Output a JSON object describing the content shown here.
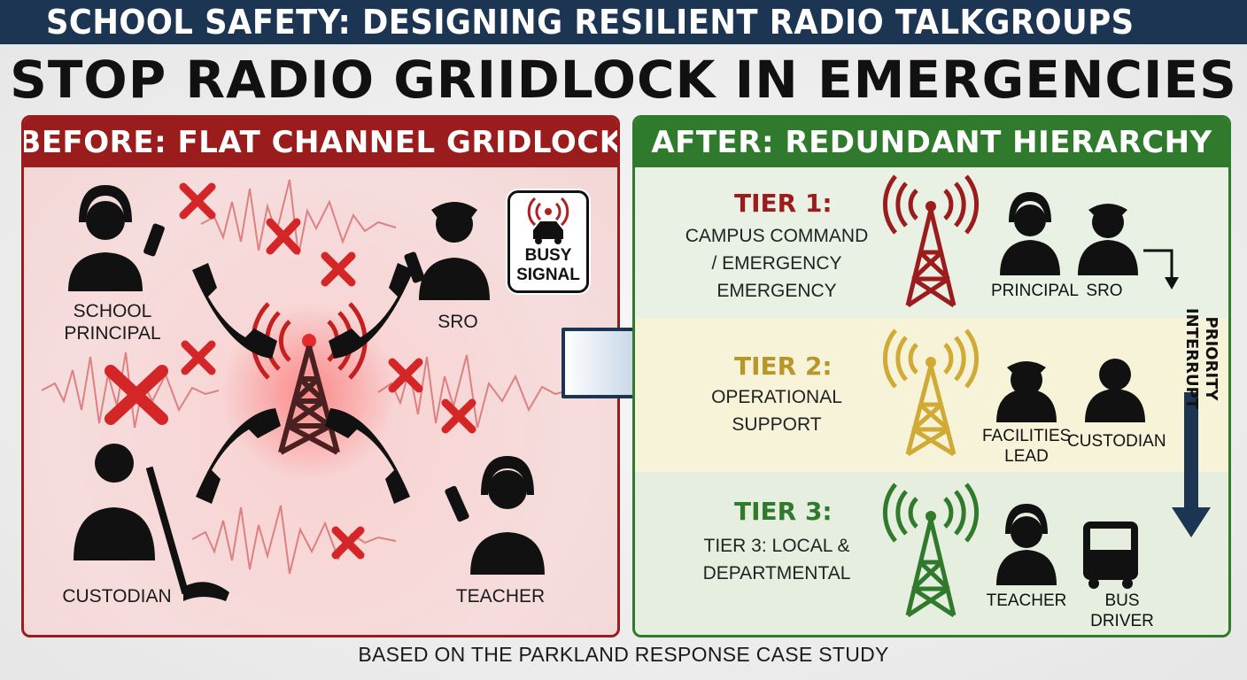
{
  "banner": {
    "title": "SCHOOL SAFETY: DESIGNING RESILIENT RADIO TALKGROUPS"
  },
  "headline": "STOP RADIO GRIIDLOCK IN EMERGENCIES",
  "before": {
    "header": "BEFORE: FLAT CHANNEL GRIDLOCK",
    "people": {
      "principal": "SCHOOL\nPRINCIPAL",
      "sro": "SRO",
      "custodian": "CUSTODIAN",
      "teacher": "TEACHER"
    },
    "busy_badge": {
      "line1": "BUSY",
      "line2": "SIGNAL"
    }
  },
  "after": {
    "header": "AFTER: REDUNDANT HIERARCHY",
    "tiers": [
      {
        "title": "TIER 1:",
        "desc": "CAMPUS COMMAND\n/ EMERGENCY\nEMERGENCY",
        "color": "#9b1c1c",
        "people": [
          "PRINCIPAL",
          "SRO"
        ]
      },
      {
        "title": "TIER 2:",
        "desc": "OPERATIONAL\nSUPPORT",
        "color": "#b8962a",
        "people": [
          "FACILITIES\nLEAD",
          "CUSTODIAN"
        ]
      },
      {
        "title": "TIER 3:",
        "desc": "TIER 3: LOCAL &\nDEPARTMENTAL",
        "color": "#2f7a2c",
        "people": [
          "TEACHER",
          "BUS DRIVER"
        ]
      }
    ],
    "priority": "PRIORITY\nINTERRUPT"
  },
  "footer": "BASED ON THE PARKLAND RESPONSE CASE STUDY",
  "colors": {
    "navy": "#1c3553",
    "red": "#9b1c1c",
    "green": "#2f7a2c",
    "gold": "#b8962a"
  }
}
